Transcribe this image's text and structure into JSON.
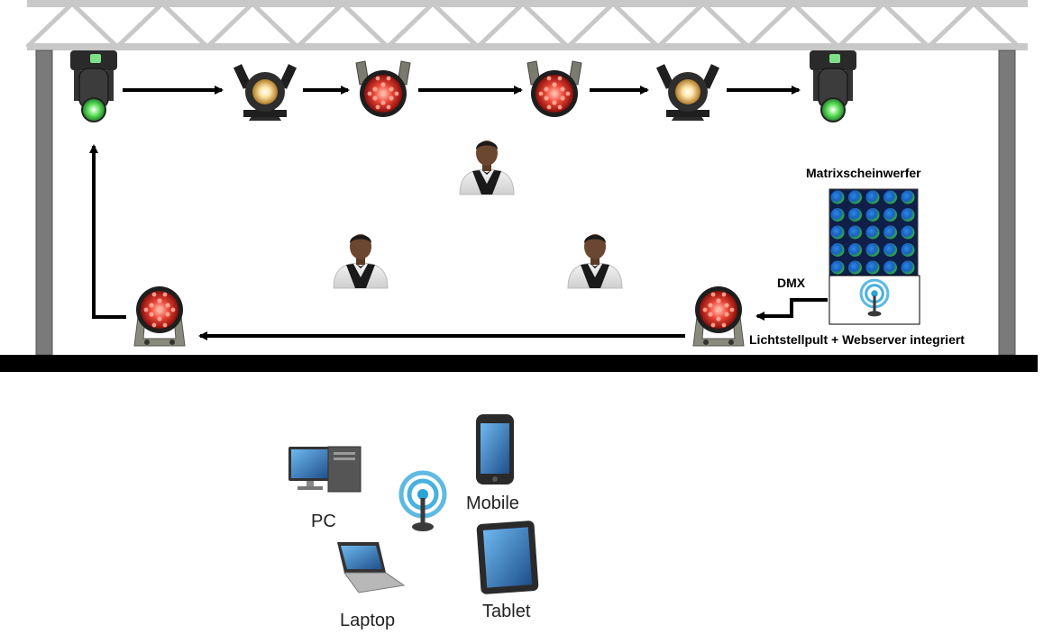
{
  "labels": {
    "matrix": "Matrixscheinwerfer",
    "dmx": "DMX",
    "controller": "Lichtstellpult + Webserver integriert",
    "pc": "PC",
    "mobile": "Mobile",
    "laptop": "Laptop",
    "tablet": "Tablet"
  },
  "fixture_chain": [
    "moving-head",
    "fresnel",
    "led-par",
    "led-par",
    "fresnel",
    "moving-head"
  ],
  "floor_fixtures": [
    "led-par",
    "led-par"
  ],
  "performers": 3,
  "matrix_grid": {
    "rows": 5,
    "cols": 5
  },
  "colors": {
    "truss": "#c8c8c8",
    "stage_floor": "#000000",
    "arrow": "#000000",
    "par_led": "#e8322a",
    "matrix_bg": "#0f1f4a",
    "matrix_cell_blue": "#1f6fd0",
    "matrix_cell_green": "#2fae3a",
    "wifi": "#29a3d8"
  }
}
